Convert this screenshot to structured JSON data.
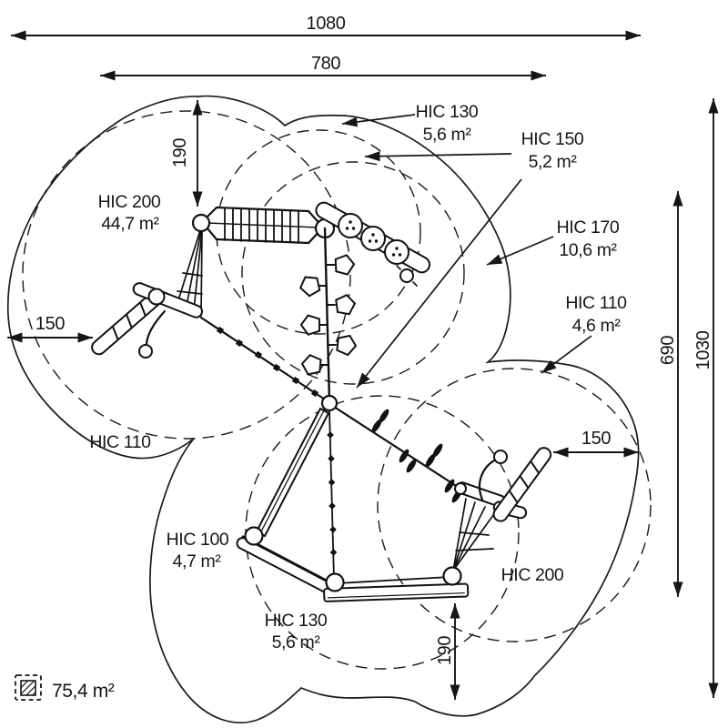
{
  "diagram_type": "playground-safety-zone-plan",
  "colors": {
    "line": "#1a1a1a",
    "background": "#ffffff"
  },
  "dimensions": {
    "total_width": "1080",
    "inner_width": "780",
    "top_clearance": "190",
    "left_clearance": "150",
    "total_height": "1030",
    "inner_height": "690",
    "right_clearance": "150",
    "bottom_clearance": "190"
  },
  "zones": [
    {
      "name": "HIC 200",
      "area": "44,7 m²"
    },
    {
      "name": "HIC 130",
      "area": "5,6 m²"
    },
    {
      "name": "HIC 150",
      "area": "5,2 m²"
    },
    {
      "name": "HIC 170",
      "area": "10,6 m²"
    },
    {
      "name": "HIC 110",
      "area": "4,6 m²"
    },
    {
      "name": "HIC 110",
      "area": ""
    },
    {
      "name": "HIC 100",
      "area": "4,7 m²"
    },
    {
      "name": "HIC 200",
      "area": ""
    },
    {
      "name": "HIC 130",
      "area": "5,6 m²"
    }
  ],
  "legend": {
    "total_area": "75,4 m²",
    "icon": "hatched-square-icon"
  }
}
